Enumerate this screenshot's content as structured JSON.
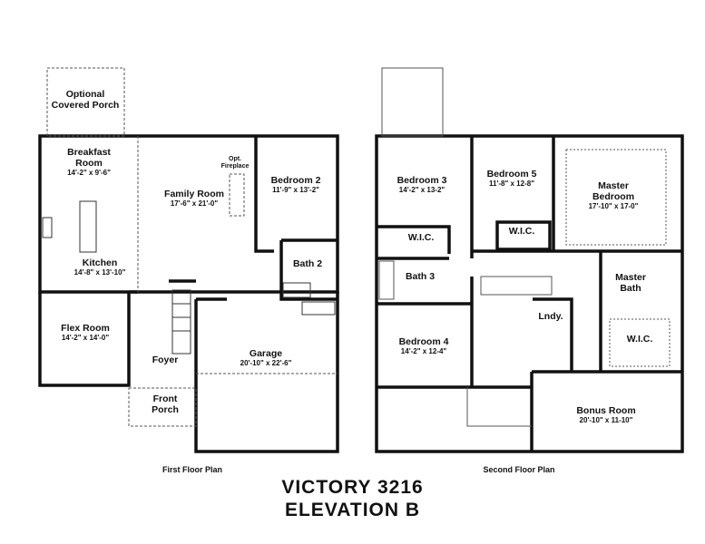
{
  "first_floor": {
    "caption": "First Floor Plan",
    "rooms": [
      {
        "name": "Optional Covered Porch",
        "line1": "Optional",
        "line2": "Covered Porch"
      },
      {
        "name": "Breakfast Room",
        "line1": "Breakfast",
        "line2": "Room",
        "dims": "14'-2\" x 9'-6\""
      },
      {
        "name": "Family Room",
        "dims": "17'-6\" x 21'-0\""
      },
      {
        "name": "Opt. Fireplace",
        "line1": "Opt.",
        "line2": "Fireplace"
      },
      {
        "name": "Bedroom 2",
        "dims": "11'-9\" x 13'-2\""
      },
      {
        "name": "Kitchen",
        "dims": "14'-8\" x 13'-10\""
      },
      {
        "name": "Bath 2"
      },
      {
        "name": "Flex Room",
        "dims": "14'-2\" x 14'-0\""
      },
      {
        "name": "Foyer"
      },
      {
        "name": "Garage",
        "dims": "20'-10\" x 22'-6\""
      },
      {
        "name": "Front Porch",
        "line1": "Front",
        "line2": "Porch"
      }
    ]
  },
  "second_floor": {
    "caption": "Second Floor Plan",
    "rooms": [
      {
        "name": "Bedroom 3",
        "dims": "14'-2\" x 13-2\""
      },
      {
        "name": "Bedroom 5",
        "dims": "11'-8\" x 12-8\""
      },
      {
        "name": "Master Bedroom",
        "line1": "Master",
        "line2": "Bedroom",
        "dims": "17'-10\" x 17-0\""
      },
      {
        "name": "W.I.C."
      },
      {
        "name": "W.I.C."
      },
      {
        "name": "Bath 3"
      },
      {
        "name": "Master Bath",
        "line1": "Master",
        "line2": "Bath"
      },
      {
        "name": "Lndy."
      },
      {
        "name": "Bedroom 4",
        "dims": "14'-2\" x 12-4\""
      },
      {
        "name": "W.I.C."
      },
      {
        "name": "Bonus Room",
        "dims": "20'-10\" x 11-10\""
      }
    ]
  },
  "title": {
    "line1": "VICTORY 3216",
    "line2": "ELEVATION B"
  }
}
